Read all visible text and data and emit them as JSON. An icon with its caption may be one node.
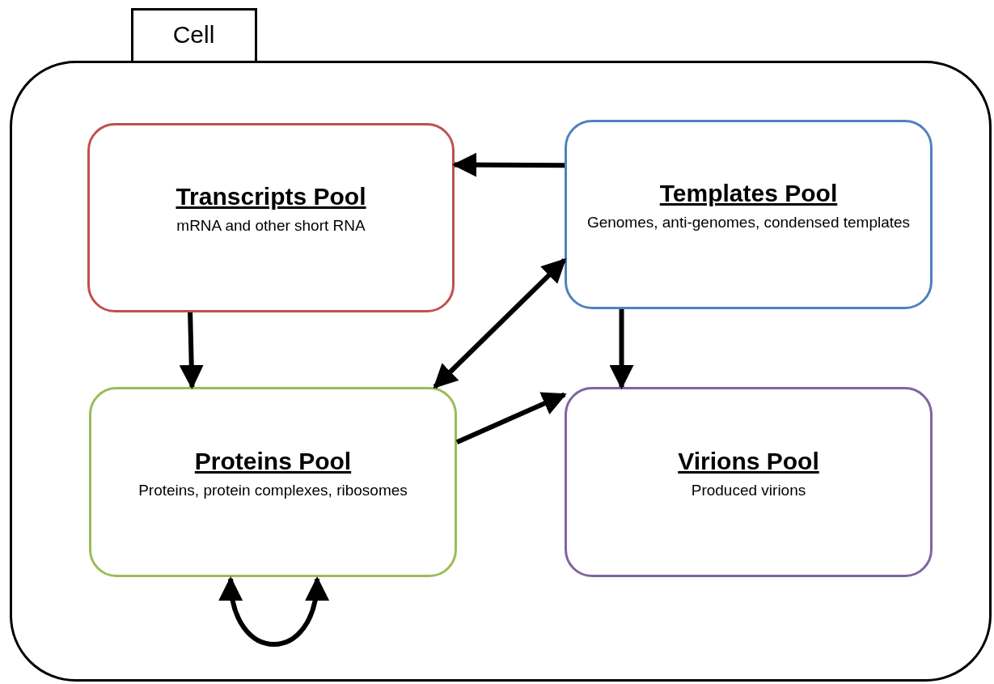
{
  "diagram": {
    "nodes": [
      {
        "text": [
          "Cell"
        ]
      },
      {
        "text": [
          "Transcripts Pool",
          "mRNA and other short RNA"
        ],
        "in": 0
      },
      {
        "text": [
          "Templates Pool",
          "Genomes, anti-genomes, condensed templates"
        ],
        "in": 0
      },
      {
        "text": [
          "Proteins Pool",
          "Proteins, protein complexes, ribosomes"
        ],
        "in": 0
      },
      {
        "text": [
          "Virions Pool",
          "Produced virions"
        ],
        "in": 0
      }
    ],
    "edges": [
      {
        "from": 2,
        "to": 1,
        "arrow": "to"
      },
      {
        "from": 1,
        "to": 3,
        "arrow": "to"
      },
      {
        "from": 3,
        "to": 2,
        "arrow": "both"
      },
      {
        "from": 2,
        "to": 4,
        "arrow": "to"
      },
      {
        "from": 3,
        "to": 4,
        "arrow": "to"
      },
      {
        "from": 3,
        "to": 3,
        "arrow": "both"
      }
    ]
  }
}
